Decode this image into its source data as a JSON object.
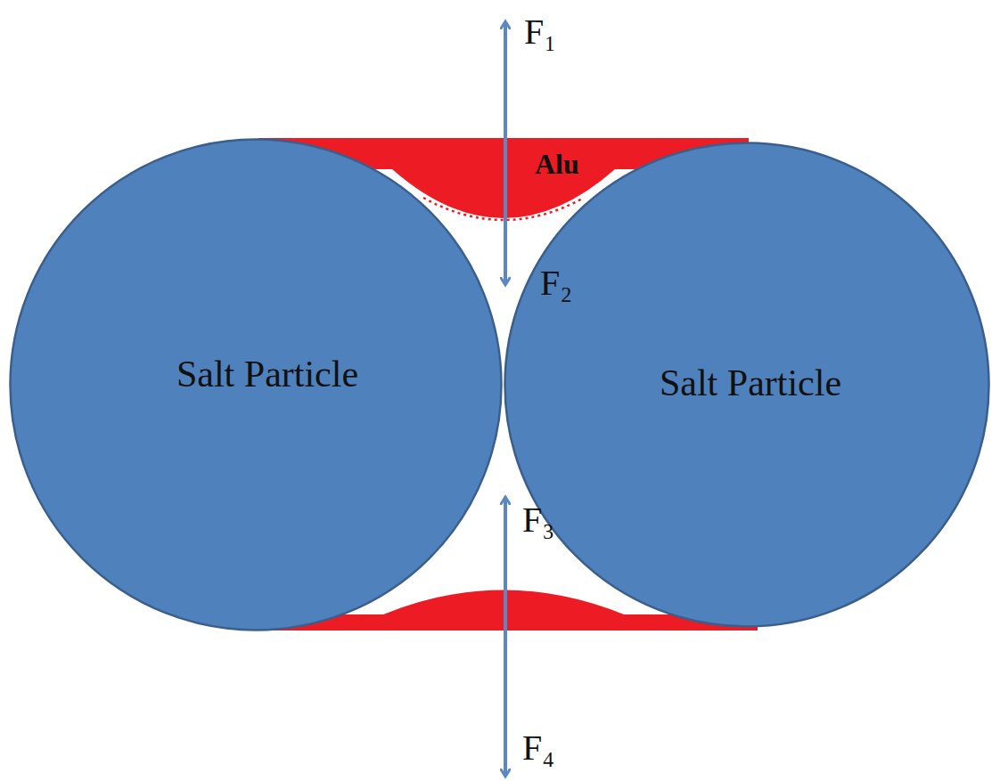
{
  "diagram": {
    "nodes": [
      {
        "text": [
          "Salt Particle"
        ]
      },
      {
        "text": [
          "Salt Particle"
        ]
      }
    ],
    "labels": [
      "F₁",
      "Alu",
      "F₂",
      "F₃",
      "F₄"
    ]
  }
}
